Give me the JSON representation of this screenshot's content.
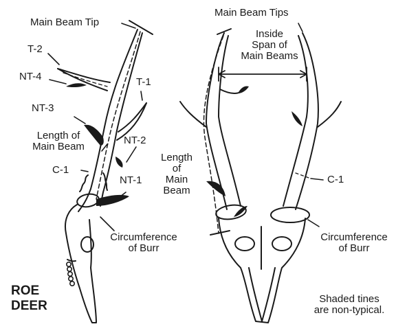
{
  "title": {
    "line1": "ROE",
    "line2": "DEER"
  },
  "side_view": {
    "main_beam_tip": "Main Beam Tip",
    "t2": "T-2",
    "nt4": "NT-4",
    "t1": "T-1",
    "nt3": "NT-3",
    "length_main_beam": [
      "Length of",
      "Main Beam"
    ],
    "nt2": "NT-2",
    "c1": "C-1",
    "nt1": "NT-1",
    "circumference_burr": [
      "Circumference",
      "of Burr"
    ]
  },
  "front_view": {
    "main_beam_tips": "Main Beam Tips",
    "inside_span": [
      "Inside",
      "Span of",
      "Main Beams"
    ],
    "length_main_beam": [
      "Length",
      "of",
      "Main",
      "Beam"
    ],
    "c1": "C-1",
    "circumference_burr": [
      "Circumference",
      "of Burr"
    ]
  },
  "note": [
    "Shaded tines",
    "are non-typical."
  ],
  "colors": {
    "ink": "#1a1a1a",
    "background": "#ffffff"
  }
}
